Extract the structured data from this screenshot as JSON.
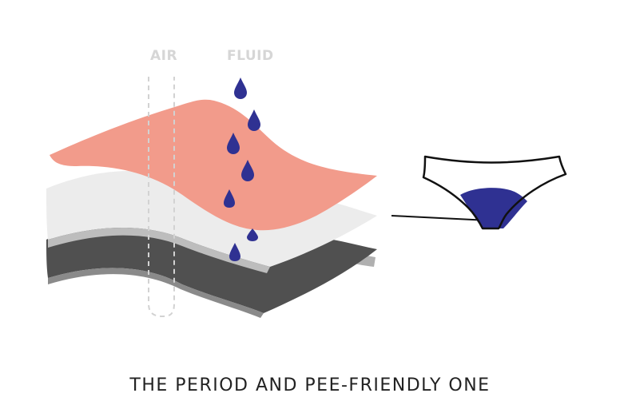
{
  "labels": {
    "air": "AIR",
    "fluid": "FLUID"
  },
  "caption": "THE PERIOD AND PEE-FRIENDLY ONE",
  "colors": {
    "top_layer": "#f29b8b",
    "middle_layer": "#ececec",
    "middle_layer_edge": "#bdbdbd",
    "bottom_layer": "#505050",
    "bottom_layer_edge": "#b0b0b0",
    "fluid_drop": "#2f3192",
    "air_path": "#d2d2d2",
    "underwear_outline": "#111111",
    "gusset": "#2f3192",
    "caption_text": "#222222"
  },
  "icons": [
    "droplet-icon",
    "underwear-icon"
  ]
}
